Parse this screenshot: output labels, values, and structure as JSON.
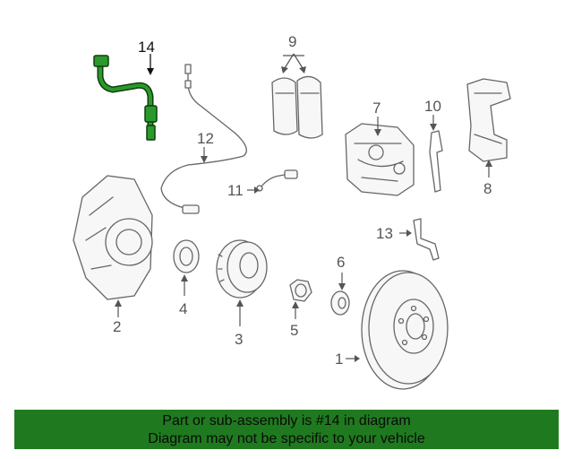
{
  "diagram": {
    "highlighted_part": "14",
    "callouts": {
      "p1": "1",
      "p2": "2",
      "p3": "3",
      "p4": "4",
      "p5": "5",
      "p6": "6",
      "p7": "7",
      "p8": "8",
      "p9": "9",
      "p10": "10",
      "p11": "11",
      "p12": "12",
      "p13": "13",
      "p14": "14"
    },
    "colors": {
      "highlight": "#1f8a1f",
      "banner": "#1f7a1f",
      "line": "#666666"
    }
  },
  "banner": {
    "line1": "Part or sub-assembly is #14 in diagram",
    "line2": "Diagram may not be specific to your vehicle"
  }
}
